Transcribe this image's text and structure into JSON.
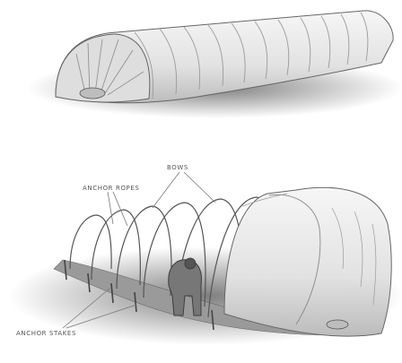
{
  "labels": {
    "bows": "BOWS",
    "anchor_ropes": "ANCHOR ROPES",
    "anchor_stakes": "ANCHOR STAKES"
  },
  "colors": {
    "ink": "#555555",
    "cover_light": "#efefef",
    "cover_shadow": "#bdbdbd",
    "ground": "#8e8e8e"
  }
}
